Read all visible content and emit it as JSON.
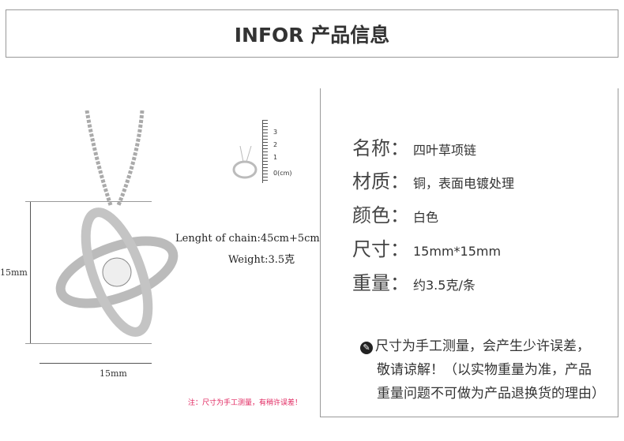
{
  "title": "INFOR 产品信息",
  "specs": [
    {
      "key": "名称：",
      "value": "四叶草项链"
    },
    {
      "key": "材质：",
      "value": "铜，表面电镀处理"
    },
    {
      "key": "颜色：",
      "value": "白色"
    },
    {
      "key": "尺寸：",
      "value": "15mm*15mm"
    },
    {
      "key": "重量：",
      "value": "约3.5克/条"
    }
  ],
  "note": [
    "尺寸为手工测量，会产生少许误差，",
    "敬请谅解！（以实物重量为准，产品",
    "重量问题不可做为产品退换货的理由）"
  ],
  "left": {
    "chain_length": "Lenght of chain:45cm+5cm",
    "weight": "Weight:3.5克",
    "height_dim": "15mm",
    "width_dim": "15mm",
    "ruler_labels": [
      "3",
      "2",
      "1",
      "0(cm)"
    ],
    "warning": "注：尺寸为手工测量，有稍许误差！"
  }
}
